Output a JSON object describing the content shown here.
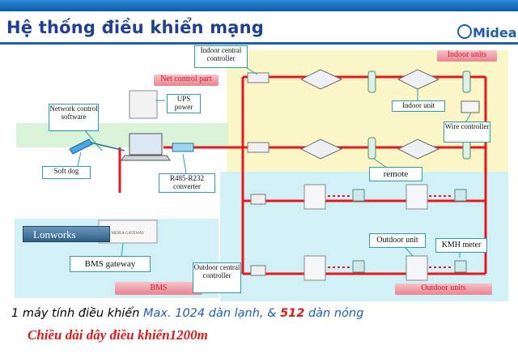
{
  "title": "Hệ thống điều khiển mạng",
  "logo": "Midea",
  "labels": {
    "indoor_central": "Indoor central controller",
    "indoor_units": "Indoor units",
    "net_control": "Net control part",
    "ups": "UPS power",
    "network_sw": "Network control software",
    "indoor_unit": "Indoor unit",
    "wire_controller": "Wire controller",
    "soft_dog": "Soft dog",
    "converter": "R485-R232 converter",
    "remote": "remote",
    "lonworks": "Lonworks",
    "bms_gateway": "BMS gateway",
    "gateway_device": "MIDEA GATEWAY",
    "bms": "BMS",
    "outdoor_unit": "Outdoor unit",
    "kmh": "KMH meter",
    "outdoor_central": "Outdoor central controller",
    "outdoor_units": "Outdoor units"
  },
  "footer": {
    "p1": "1 máy tính điều khiển",
    "p2": "Max. 1024",
    "p3": "dàn lạnh, &",
    "p4": "512",
    "p5": "dàn nóng",
    "line2": "Chiều dài dây điều khiển1200m"
  },
  "colors": {
    "wire": "#e8161e",
    "title": "#1f3f8f",
    "yellow_zone": "#fbf6c8",
    "green_zone": "#d8f3d8",
    "cyan_zone": "#d2f1f6"
  }
}
